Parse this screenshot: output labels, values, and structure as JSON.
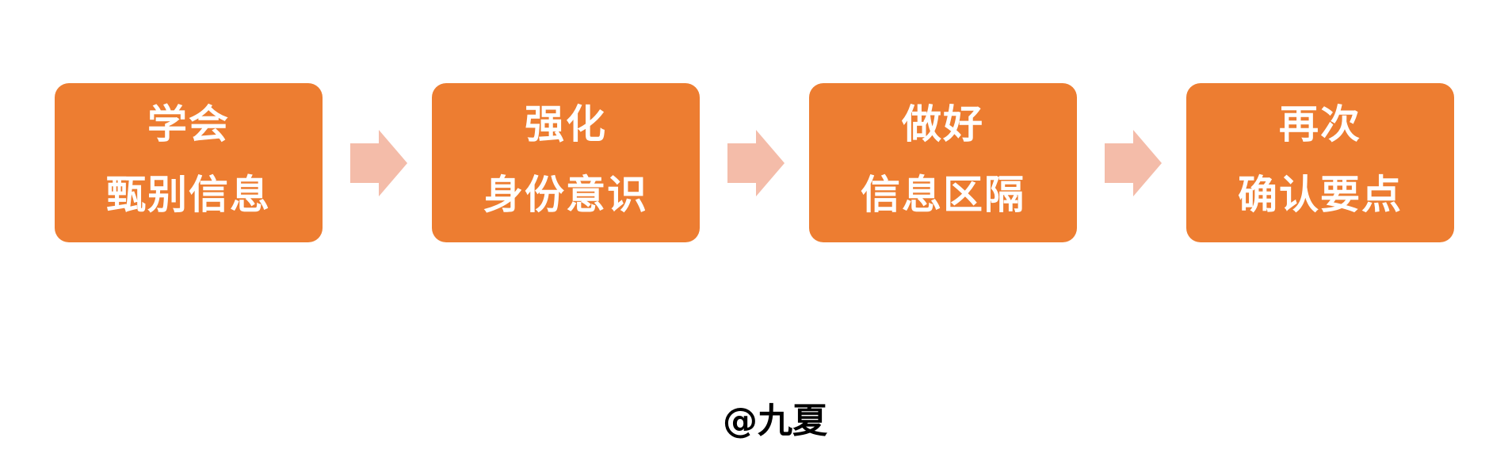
{
  "diagram": {
    "type": "process-flow",
    "colors": {
      "box_fill": "#ED7D31",
      "box_text": "#FFFFFF",
      "arrow_fill": "#F4BCA9",
      "watermark_text": "#000000",
      "background": "#FFFFFF"
    },
    "steps": [
      {
        "line1": "学会",
        "line2": "甄别信息"
      },
      {
        "line1": "强化",
        "line2": "身份意识"
      },
      {
        "line1": "做好",
        "line2": "信息区隔"
      },
      {
        "line1": "再次",
        "line2": "确认要点"
      }
    ],
    "arrows": [
      {
        "icon": "right-arrow-icon"
      },
      {
        "icon": "right-arrow-icon"
      },
      {
        "icon": "right-arrow-icon"
      }
    ]
  },
  "watermark": "@九夏"
}
